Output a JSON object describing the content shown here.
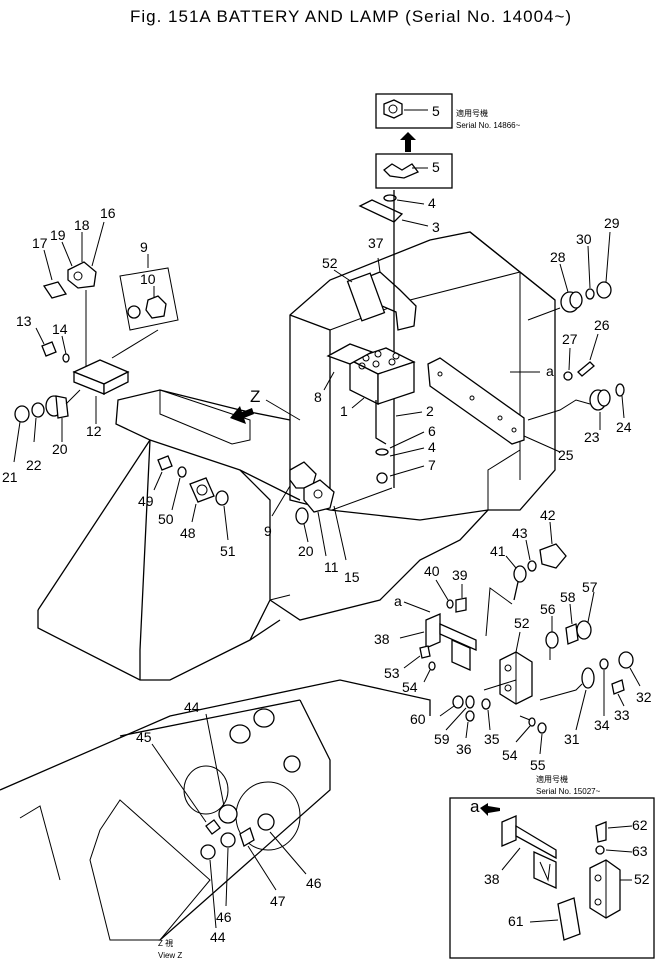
{
  "figure": {
    "title": "Fig. 151A BATTERY AND LAMP (Serial No. 14004~)"
  },
  "view": {
    "letter": "Z",
    "caption_jp": "Z 視",
    "caption": "View Z"
  },
  "serial_notes": {
    "top": {
      "jp": "適用号機",
      "text": "Serial No. 14866~"
    },
    "inset": {
      "jp": "適用号機",
      "text": "Serial No. 15027~"
    }
  },
  "ref_marks": {
    "a1": "a",
    "a2": "a",
    "a3": "a"
  },
  "labels": {
    "p5a": "5",
    "p5b": "5",
    "p4a": "4",
    "p3": "3",
    "p37": "37",
    "p52a": "52",
    "p28": "28",
    "p30": "30",
    "p29": "29",
    "p27": "27",
    "p26": "26",
    "p8": "8",
    "p1": "1",
    "p2": "2",
    "p6": "6",
    "p4b": "4",
    "p7": "7",
    "p25": "25",
    "p23": "23",
    "p24": "24",
    "p17": "17",
    "p19": "19",
    "p18": "18",
    "p16": "16",
    "p9a": "9",
    "p10": "10",
    "p13": "13",
    "p14": "14",
    "p12": "12",
    "p21": "21",
    "p22": "22",
    "p20a": "20",
    "p49": "49",
    "p50": "50",
    "p48": "48",
    "p51": "51",
    "p9b": "9",
    "p20b": "20",
    "p11": "11",
    "p15": "15",
    "p42": "42",
    "p43": "43",
    "p41": "41",
    "p40": "40",
    "p39": "39",
    "p52b": "52",
    "p56": "56",
    "p58": "58",
    "p57": "57",
    "p38a": "38",
    "p53": "53",
    "p54a": "54",
    "p32": "32",
    "p34": "34",
    "p33": "33",
    "p31": "31",
    "p60": "60",
    "p59": "59",
    "p36": "36",
    "p35": "35",
    "p54b": "54",
    "p55": "55",
    "p44a": "44",
    "p45": "45",
    "p46a": "46",
    "p47": "47",
    "p46b": "46",
    "p44b": "44",
    "p62": "62",
    "p63": "63",
    "p38b": "38",
    "p52c": "52",
    "p61": "61"
  }
}
